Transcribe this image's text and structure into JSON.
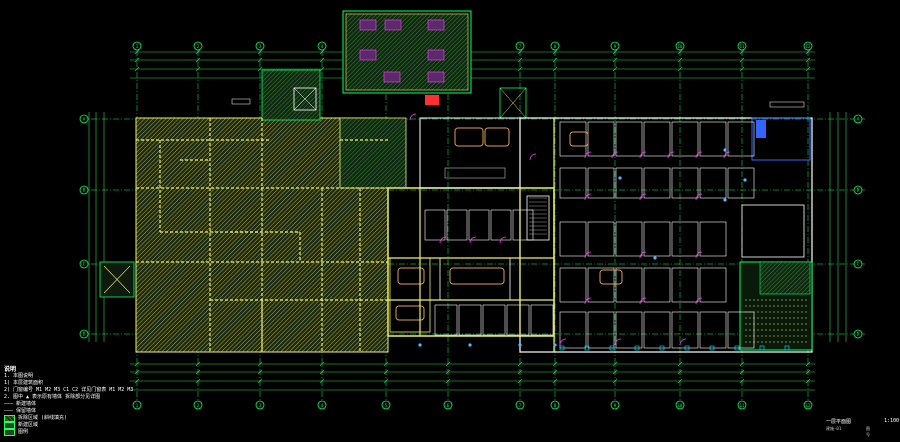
{
  "colors": {
    "background": "#000000",
    "grid": "#00ff66",
    "dim": "#2fd35a",
    "wall": "#f0f060",
    "hatch": "#d9c65a",
    "room": "#ffffff",
    "door": "#ff40ff",
    "water": "#4fb9ff",
    "furniture": "#d9a050",
    "red": "#ff3030",
    "blue": "#3366ff",
    "cyan": "#00e5ff"
  },
  "grid_columns": [
    "1",
    "2",
    "3",
    "4",
    "5",
    "6",
    "7",
    "8",
    "9",
    "10",
    "11",
    "12"
  ],
  "grid_rows": [
    "A",
    "B",
    "C",
    "D"
  ],
  "legend": {
    "title": "说明",
    "items": [
      "1. 本图说明",
      "   1) 本层建筑面积",
      "   2) 门窗编号 M1 M2 M3 C1 C2 详见门窗表 M1 M2 M3",
      "2. 图中 ▲ 表示原有墙体 拆除部分见详图",
      "   ——— 新建墙体",
      "   ——— 保留墙体",
      "拆除区域 (斜线填充)",
      "新建区域",
      "图例"
    ]
  },
  "title_block": {
    "name": "一层平面图",
    "scale": "1:100",
    "sub": "建施-01",
    "sub2": "图号"
  }
}
